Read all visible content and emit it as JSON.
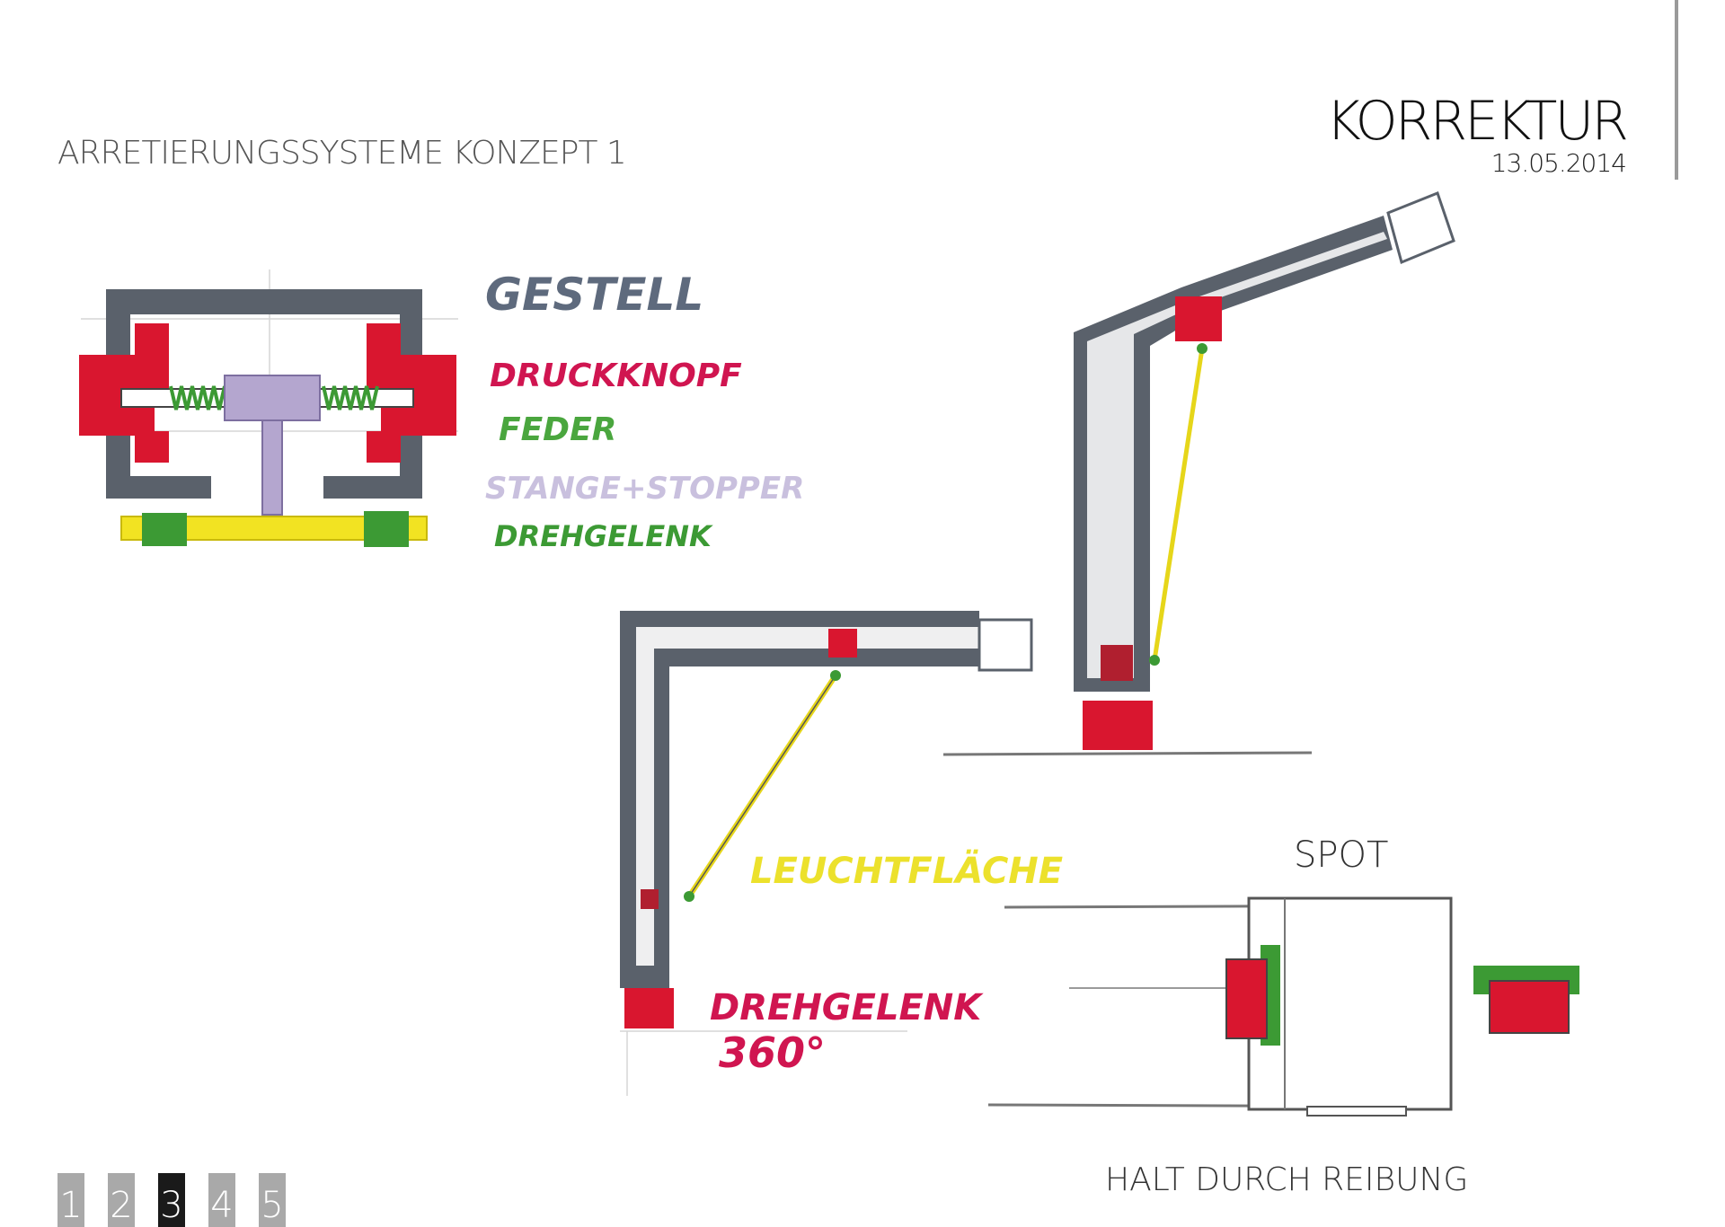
{
  "header": {
    "title": "ARRETIERUNGSSYSTEME KONZEPT 1",
    "korrektur": "KORREKTUR",
    "date": "13.05.2014"
  },
  "legend": {
    "gestell": "GESTELL",
    "druckknopf": "DRUCKKNOPF",
    "feder": "FEDER",
    "stange": "STANGE+STOPPER",
    "drehgelenk": "DREHGELENK"
  },
  "labels": {
    "leuchtflaeche": "LEUCHTFLÄCHE",
    "drehgelenk_line1": "DREHGELENK",
    "drehgelenk_line2": "360°",
    "spot": "SPOT",
    "halt": "HALT DURCH REIBUNG"
  },
  "colors": {
    "frame": "#5a616b",
    "red": "#d9162f",
    "green": "#3c9a34",
    "purple": "#b4a6cf",
    "yellow": "#f2e322",
    "magenta": "#d01550"
  },
  "pager": {
    "pages": [
      "1",
      "2",
      "3",
      "4",
      "5"
    ],
    "active": "3"
  }
}
